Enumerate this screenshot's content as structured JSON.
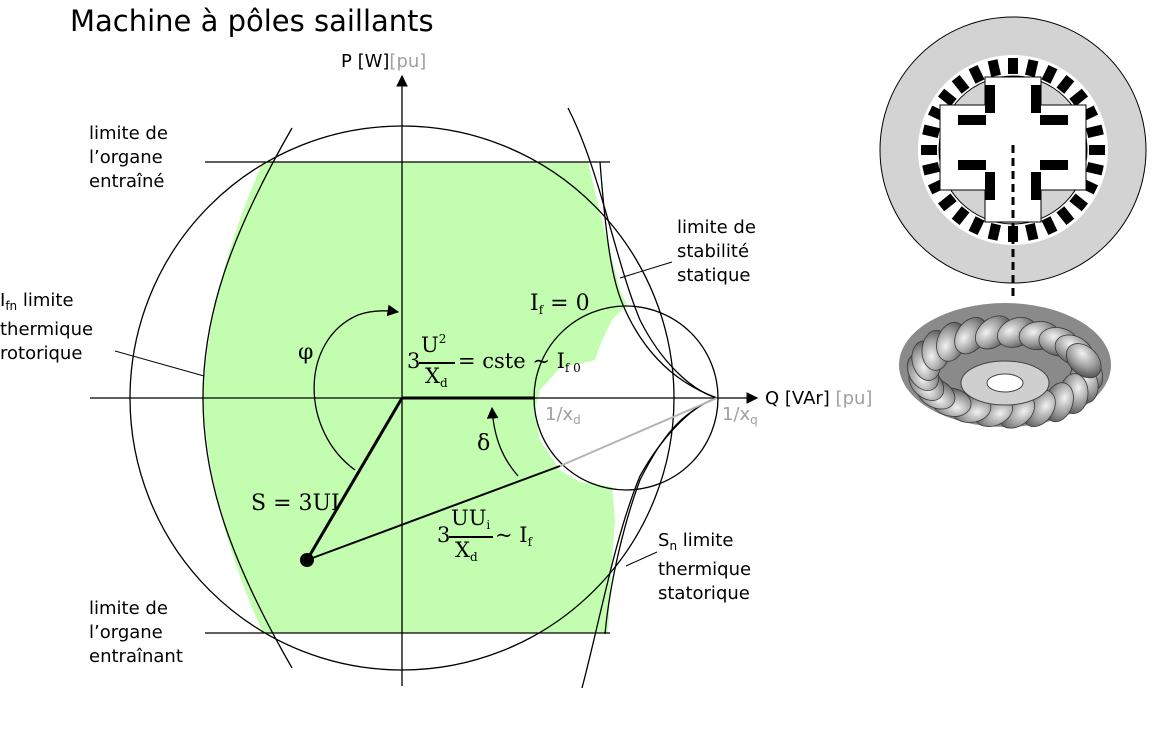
{
  "title": "Machine à pôles saillants",
  "axes": {
    "p_label": "P [W]",
    "p_unit": "[pu]",
    "q_label": "Q [VAr]",
    "q_unit": "[pu]"
  },
  "axis_marks": {
    "one_over_xd": "1/x",
    "one_over_xd_sub": "d",
    "one_over_xq": "1/x",
    "one_over_xq_sub": "q"
  },
  "annotations": {
    "entraine": [
      "limite de",
      "l’organe",
      "entraîné"
    ],
    "entrainant": [
      "limite de",
      "l’organe",
      "entraînant"
    ],
    "ifn_sym": "I",
    "ifn_sub": "fn",
    "ifn_rest": " limite",
    "ifn_lines": [
      "thermique",
      "rotorique"
    ],
    "stabilite": [
      "limite de",
      "stabilité",
      "statique"
    ],
    "sn_sym": "S",
    "sn_sub": "n",
    "sn_rest": " limite",
    "sn_lines": [
      "thermique",
      "statorique"
    ]
  },
  "formulas": {
    "if_zero": {
      "sym": "I",
      "sub": "f",
      "rest": " = 0"
    },
    "phi": "φ",
    "delta": "δ",
    "s": "S = 3UI",
    "cste": {
      "coef": "3",
      "num": "U",
      "num_sup": "2",
      "den": "X",
      "den_sub": "d",
      "rest": " = cste ~ I",
      "rest_sub": "f 0"
    },
    "uui": {
      "coef": "3",
      "num": "UU",
      "num_sub": "i",
      "den": "X",
      "den_sub": "d",
      "rest": " ~ I",
      "rest_sub": "f"
    }
  },
  "colors": {
    "region_fill": "#c3fdaf",
    "line": "#000000",
    "grey_text": "#a0a0a0",
    "rotor_disc": "#d3d3d3"
  },
  "icons": [
    "rotor-cross-section-icon",
    "pelton-turbine-icon"
  ]
}
